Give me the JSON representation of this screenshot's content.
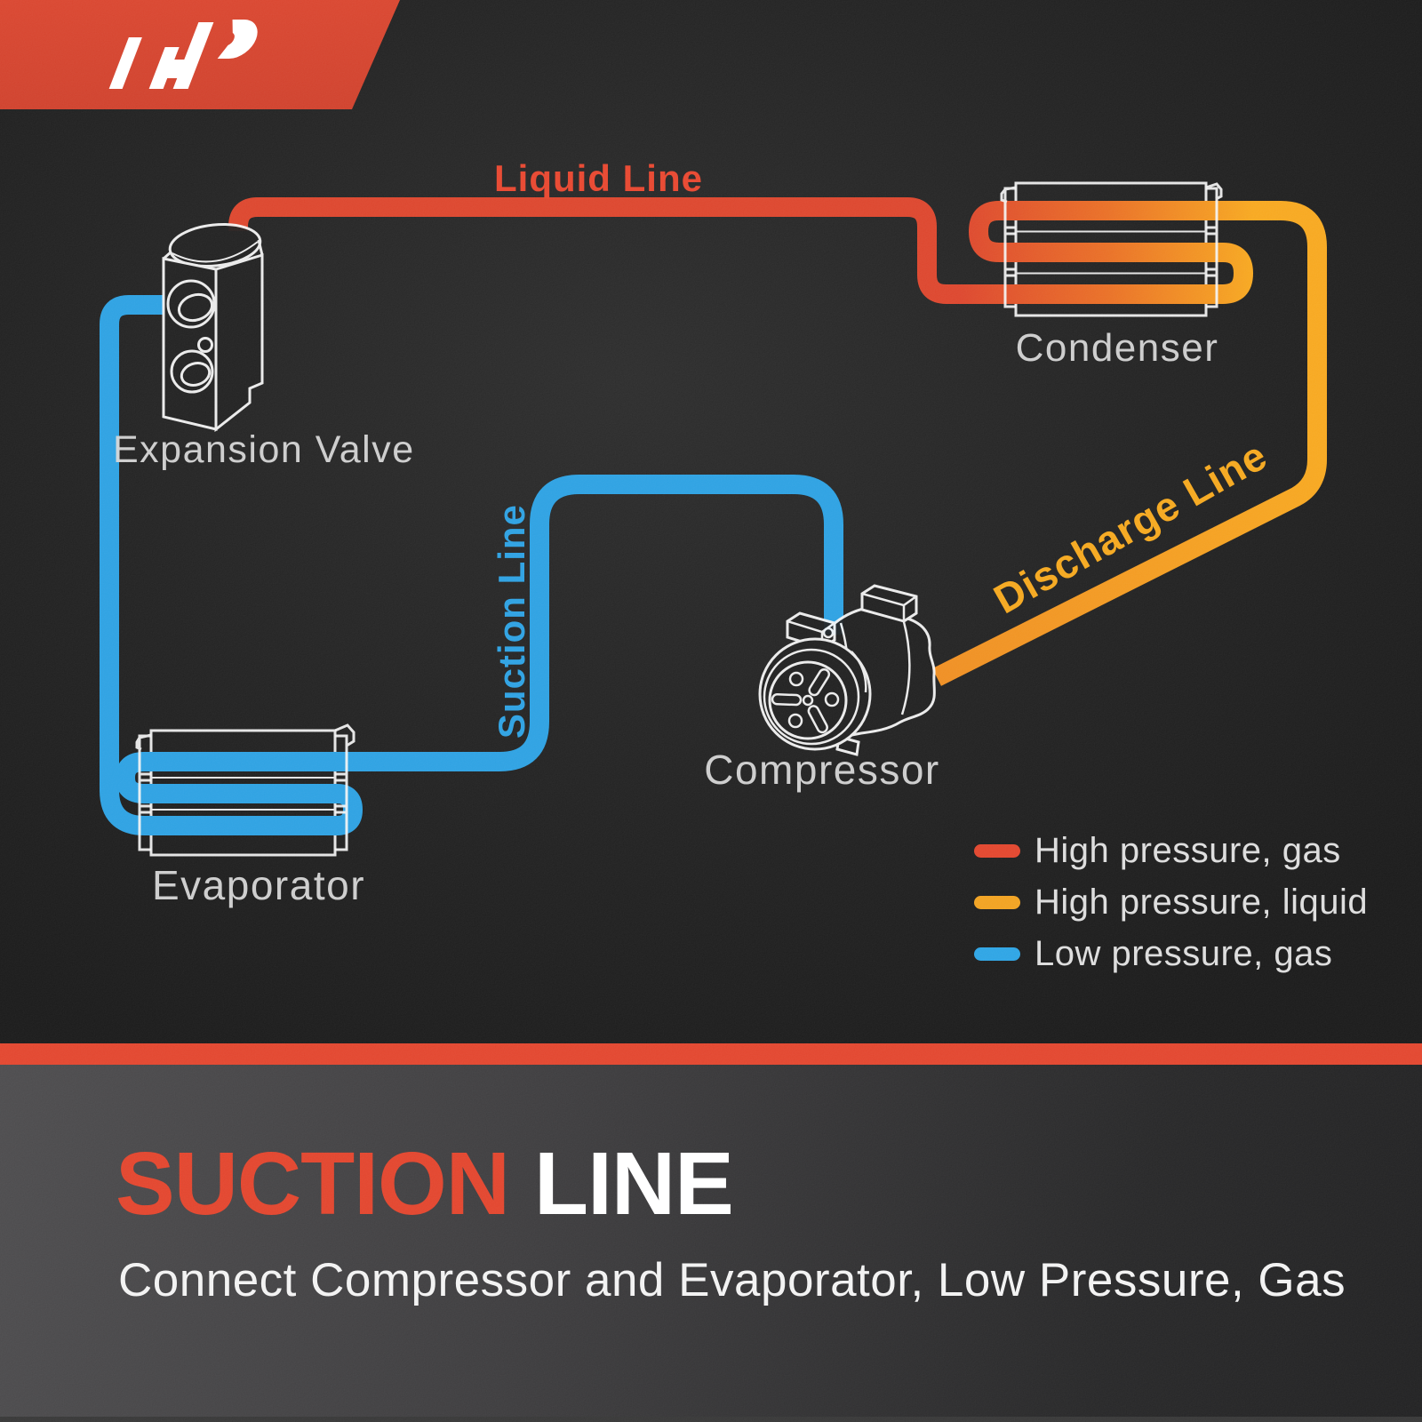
{
  "header": {
    "brand_logo": "ap-monogram"
  },
  "diagram": {
    "line_labels": {
      "liquid": "Liquid Line",
      "suction": "Suction Line",
      "discharge": "Discharge Line"
    },
    "components": {
      "expansion_valve": "Expansion Valve",
      "condenser": "Condenser",
      "evaporator": "Evaporator",
      "compressor": "Compressor"
    },
    "line_colors": {
      "liquid_line_red": "#dc432a",
      "condenser_mid_orange": "#e96d22",
      "discharge_yellow": "#f7a71c",
      "suction_blue": "#2aa0e2"
    },
    "legend": [
      {
        "label": "High pressure, gas",
        "color": "#e2432a"
      },
      {
        "label": "High pressure, liquid",
        "color": "#f2a11d"
      },
      {
        "label": "Low pressure, gas",
        "color": "#2aa3e4"
      }
    ]
  },
  "footer": {
    "title_primary": "SUCTION",
    "title_secondary": "LINE",
    "subtitle": "Connect Compressor and Evaporator, Low Pressure, Gas"
  }
}
